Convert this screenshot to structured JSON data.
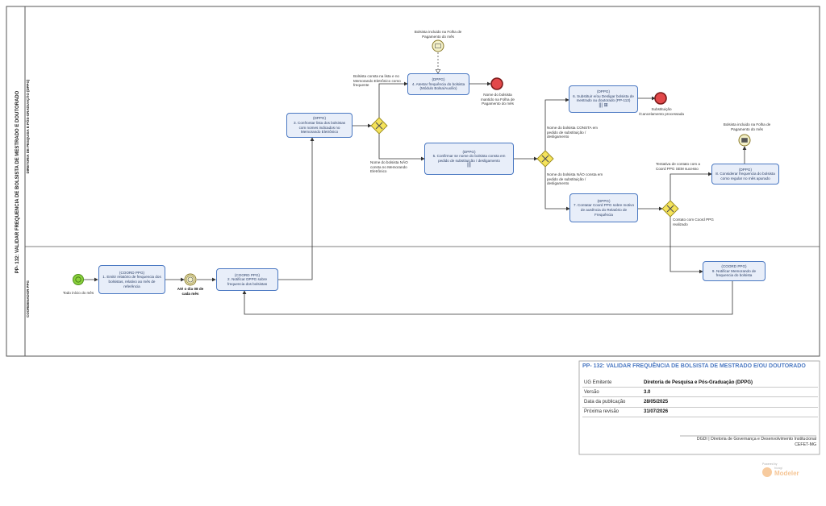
{
  "pool": {
    "title": "PP- 132: VALIDAR FREQUENCIA DE BOLSISTA DE MESTRADO E DOUTORADO",
    "lanes": [
      "DIRETORIA DE PESQUISA E PÓS-GRADUAÇÃO (DPPG)",
      "COORDENADOR PPG"
    ]
  },
  "tasks": [
    {
      "role": "(COORD PPG)",
      "name": "1. Emitir relatório de frequencia dos bolsistas, relativo ao mês de referência"
    },
    {
      "role": "(COORD PPG)",
      "name": "2. Notificar DPPG sobre frequencia dos bolsistas"
    },
    {
      "role": "(DPPG)",
      "name": "3. Confrontar lista dos bolsistas com nomes indicados no Memorando Eletrônico"
    },
    {
      "role": "(DPPG)",
      "name": "4. Atestar frequência do bolsista (Módulo Bolsa/Auxílio)"
    },
    {
      "role": "(DPPG)",
      "name": "5. Confirmar se nome do bolsista consta em pedido de substituição / desligamento"
    },
    {
      "role": "(DPPG)",
      "name": "6. Substituir e/ou Desligar bolsista de mestrado ou doutorado (PP-113)"
    },
    {
      "role": "(DPPG)",
      "name": "7. Contatar Coord PPG sobre motivo de ausência do Relatório de Frequência"
    },
    {
      "role": "(DPPG)",
      "name": "8. Considerar frequencia do bolsista como regular no mês apurado"
    },
    {
      "role": "(COORD PPG)",
      "name": "9. Notificar Memorando de frequencia  do bolsista"
    }
  ],
  "labels": {
    "start": "Todo início do mês",
    "timer": "Até o dia 08 de cada mês",
    "msg_top": "Bolsista incluido na Folha de Pagamento do mês",
    "end_top": "Nome do bolsista mantido na Folha de Pagamento do mês",
    "end_subst": "Substituição /Cancelamento processada",
    "msg_right": "Bolsista incluido na Folha de Pagamento do mês",
    "gw1_yes": "Bolsista consta na lista e no Memorando Eletrônico como frequente",
    "gw1_no": "Nome do bolsista NÃO consta no Memorando Eletrônico",
    "gw2_yes": "Nome do bolsista CONSTA em pedido de substituição / desligamento",
    "gw2_no": "Nome do bolsista NÃO consta em pedido de substituição / desligamento",
    "gw3_yes": "Tentativa de contato com a Coord PPG SEM sucesso",
    "gw3_no": "Contato com Coord PPG realizado"
  },
  "info": {
    "title": "PP- 132: VALIDAR FREQUÊNCIA DE BOLSISTA DE MESTRADO E/OU DOUTORADO",
    "rows": [
      {
        "label": "UG Emitente",
        "value": "Diretoria de Pesquisa e Pós-Graduação (DPPG)"
      },
      {
        "label": "Versão",
        "value": "3.0"
      },
      {
        "label": "Data da publicação",
        "value": "28/05/2025"
      },
      {
        "label": "Próxima revisão",
        "value": "31/07/2026"
      }
    ],
    "footer1": "DGDI | Diretoria de Governança e Desenvolvimento Institucional",
    "footer2": "CEFET-MG"
  },
  "brand": {
    "powered": "Powered by",
    "bizagi": "bizagi",
    "modeler": "Modeler",
    "color": "#f0a050"
  },
  "colors": {
    "task_fill": "#e8eef9",
    "task_stroke": "#4a78c2",
    "gateway": "#f5e35a",
    "start": "#8bd13c",
    "end": "#e2484a"
  }
}
